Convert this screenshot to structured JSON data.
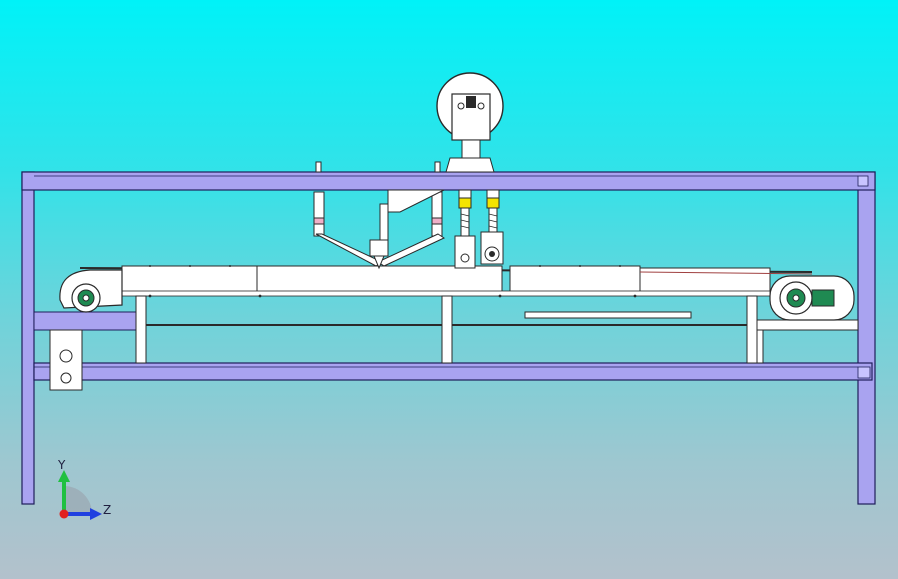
{
  "viewport": {
    "background_top": "#00f2f8",
    "background_bottom": "#b3c1cc"
  },
  "colors": {
    "frame_fill": "#a9a3f0",
    "frame_stroke": "#1e1e5a",
    "part_fill": "#ffffff",
    "part_stroke": "#2a2a2a",
    "spring_yellow": "#f4e400",
    "bearing_green": "#1f8a52",
    "link_pink": "#f0b0c8",
    "axis_x": "#e02020",
    "axis_y": "#20c040",
    "axis_z": "#2040e0"
  },
  "model": {
    "name": "conveyor-frame-assembly",
    "view": "front",
    "components": [
      "top-frame-beam",
      "bottom-frame-beam",
      "left-post",
      "right-post",
      "conveyor-belt",
      "left-pulley",
      "right-pulley",
      "lever-mechanism",
      "spring-columns",
      "spool-wheel",
      "support-legs"
    ]
  },
  "triad": {
    "y_label": "Y",
    "z_label": "Z",
    "icons": [
      "axis-y-arrow-icon",
      "axis-z-arrow-icon",
      "axis-x-origin-icon"
    ]
  }
}
